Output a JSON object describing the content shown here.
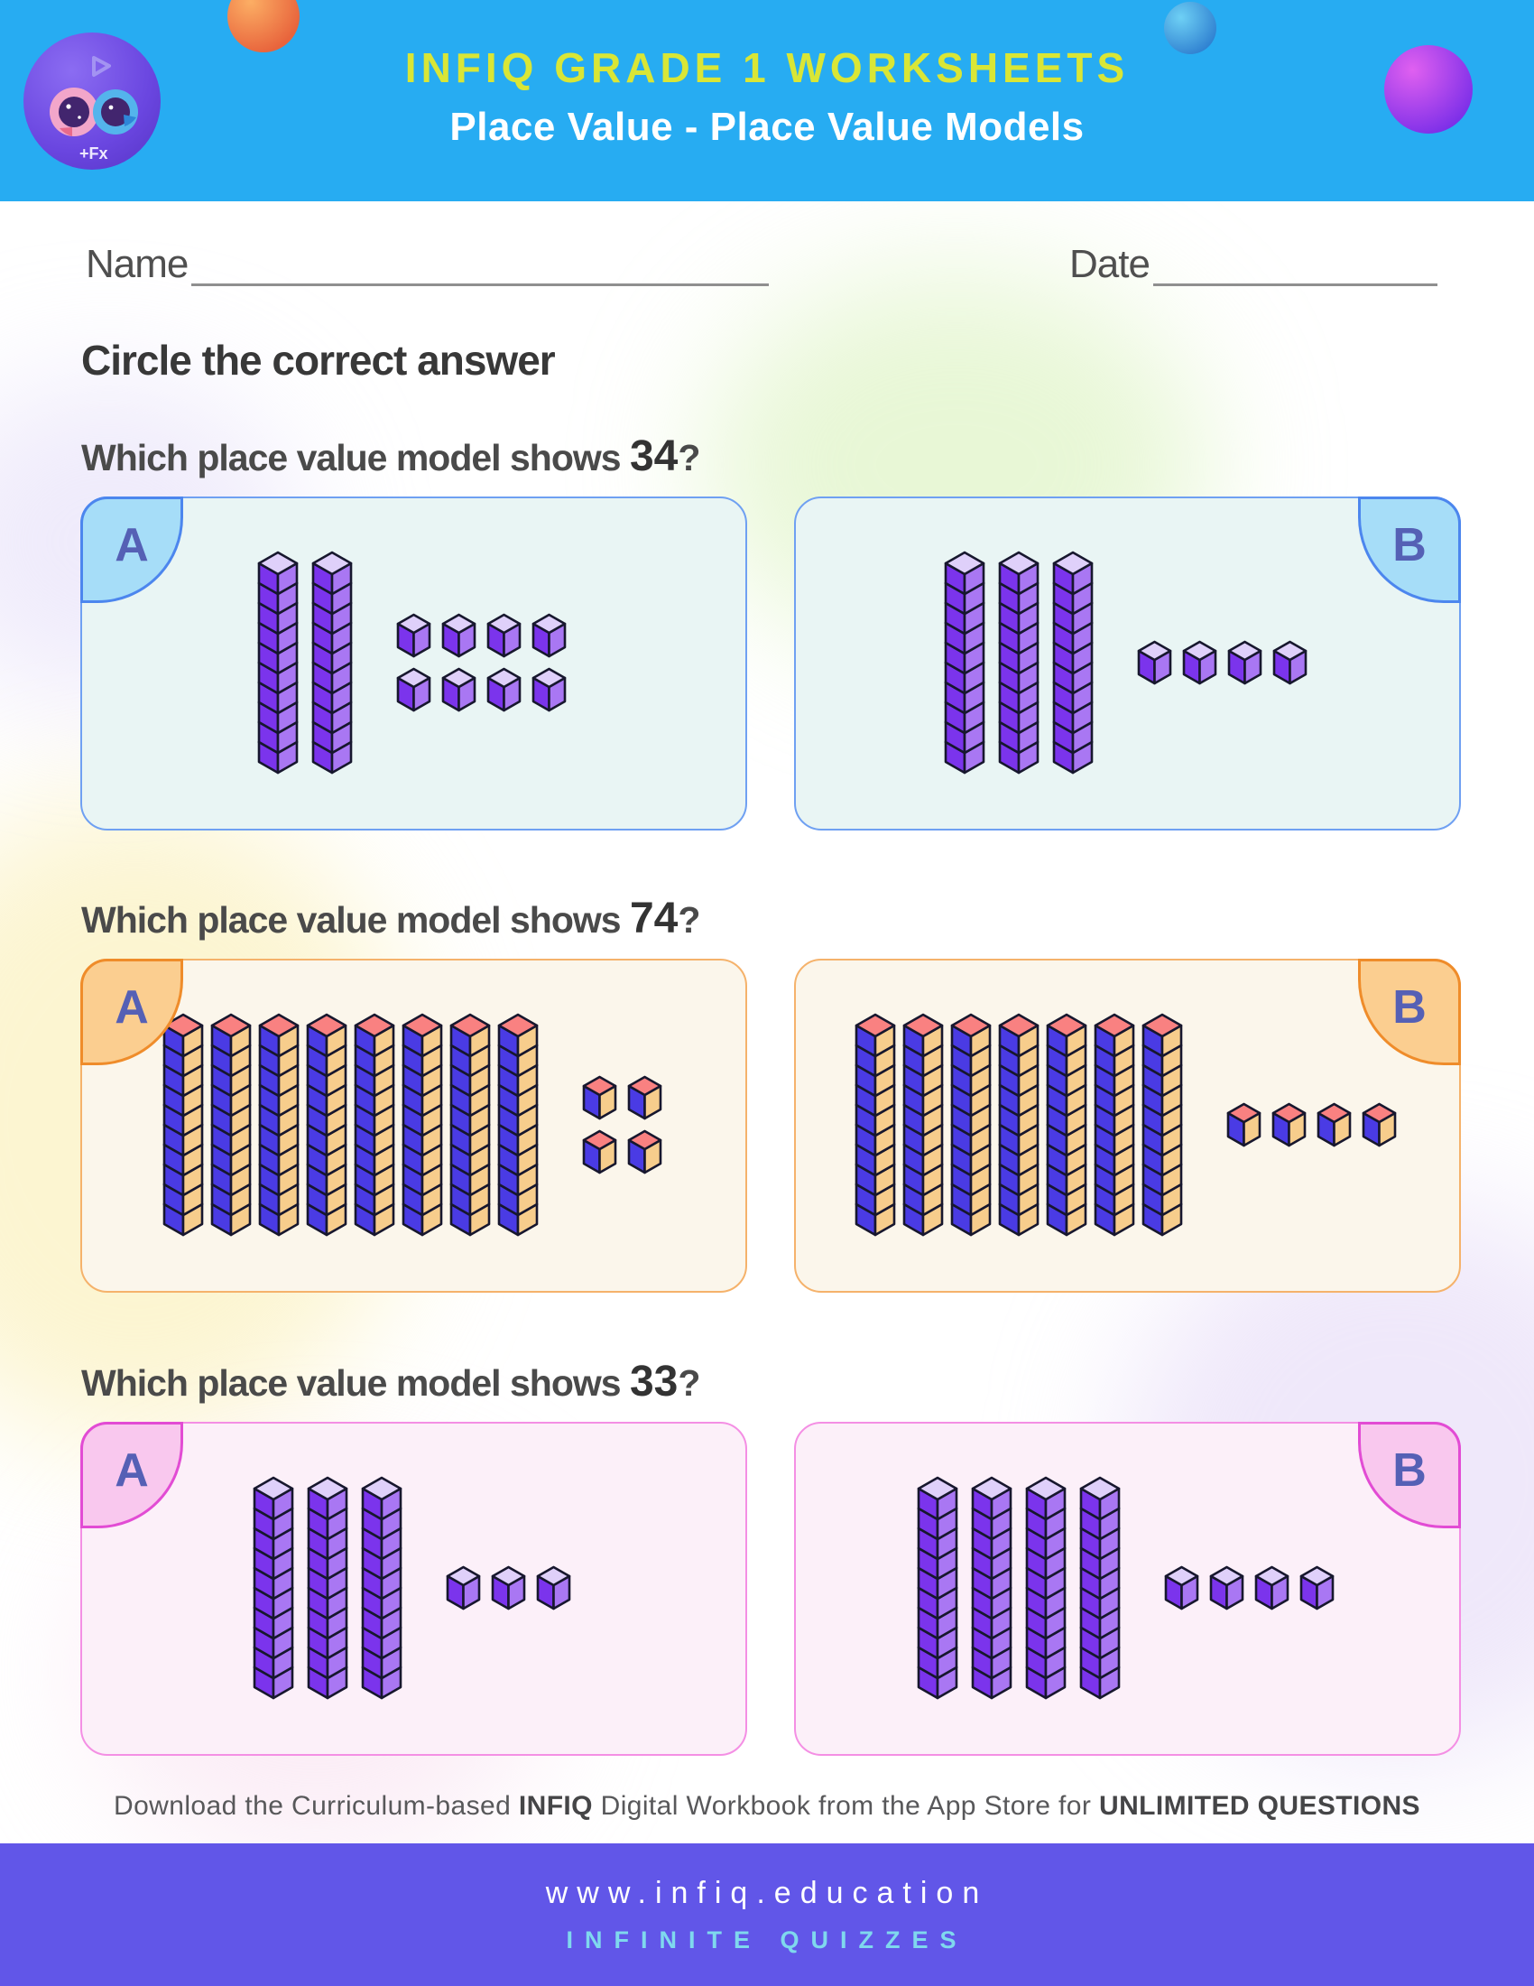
{
  "header": {
    "series_title": "INFIQ GRADE 1 WORKSHEETS",
    "topic_title": "Place Value - Place Value Models",
    "title_color": "#D9E636",
    "bg_color": "#27ACF2",
    "logo_badge": "+Fx"
  },
  "form": {
    "name_label": "Name",
    "date_label": "Date"
  },
  "instruction": "Circle the correct answer",
  "questions": [
    {
      "prompt": "Which place value model shows",
      "number": "34",
      "qmark": "?",
      "theme": {
        "box_border": "#6FA0F2",
        "tab_border": "#4C86EE",
        "tab_bg": "#A6DDF8",
        "box_bg": "#E9F5F4",
        "letter": "#5560B5"
      },
      "palette": {
        "left": "#7B34EC",
        "right": "#A977F3",
        "top": "#DFD0FA",
        "outline": "#17172E"
      },
      "options": [
        {
          "label": "A",
          "rods": 2,
          "unit_rows": [
            4,
            4
          ]
        },
        {
          "label": "B",
          "rods": 3,
          "unit_rows": [
            4
          ]
        }
      ]
    },
    {
      "prompt": "Which place value model shows",
      "number": "74",
      "qmark": "?",
      "theme": {
        "box_border": "#F5B26B",
        "tab_border": "#EF8C2A",
        "tab_bg": "#FBCE90",
        "box_bg": "#FBF6EB",
        "letter": "#5560B5"
      },
      "palette": {
        "left": "#4A3BE4",
        "right": "#F7CD8C",
        "top": "#F98181",
        "outline": "#17172E"
      },
      "options": [
        {
          "label": "A",
          "rods": 8,
          "unit_rows": [
            2,
            2
          ]
        },
        {
          "label": "B",
          "rods": 7,
          "unit_rows": [
            4
          ]
        }
      ]
    },
    {
      "prompt": "Which place value model shows",
      "number": "33",
      "qmark": "?",
      "theme": {
        "box_border": "#F48FE4",
        "tab_border": "#E24CD4",
        "tab_bg": "#F9C8EE",
        "box_bg": "#FCF0F9",
        "letter": "#5560B5"
      },
      "palette": {
        "left": "#7B34EC",
        "right": "#A977F3",
        "top": "#DFD0FA",
        "outline": "#17172E"
      },
      "options": [
        {
          "label": "A",
          "rods": 3,
          "unit_rows": [
            3
          ]
        },
        {
          "label": "B",
          "rods": 4,
          "unit_rows": [
            4
          ]
        }
      ]
    }
  ],
  "footer": {
    "part1": "Download the Curriculum-based ",
    "part2": "INFIQ",
    "part3": " Digital Workbook from the App Store for ",
    "part4": "UNLIMITED QUESTIONS"
  },
  "bottom_bar": {
    "url": "www.infiq.education",
    "tagline": "INFINITE QUIZZES",
    "bg": "#6156E8",
    "url_color": "#FFFFFF",
    "tagline_color": "#7FD8EE"
  }
}
